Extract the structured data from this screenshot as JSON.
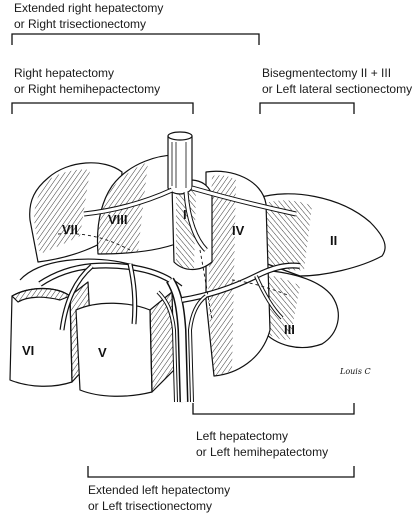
{
  "labels": {
    "extended_right": {
      "line1": "Extended right hepatectomy",
      "line2": "or Right trisectionectomy"
    },
    "right": {
      "line1": "Right hepatectomy",
      "line2": "or Right hemihepactectomy"
    },
    "bisegmentectomy": {
      "line1": "Bisegmentectomy II + III",
      "line2": "or Left lateral sectionectomy"
    },
    "left": {
      "line1": "Left hepatectomy",
      "line2": "or Left hemihepatectomy"
    },
    "extended_left": {
      "line1": "Extended left hepatectomy",
      "line2": "or Left trisectionectomy"
    }
  },
  "segments": {
    "I": "I",
    "II": "II",
    "III": "III",
    "IV": "IV",
    "V": "V",
    "VI": "VI",
    "VII": "VII",
    "VIII": "VIII"
  },
  "signature": "Louis C"
}
